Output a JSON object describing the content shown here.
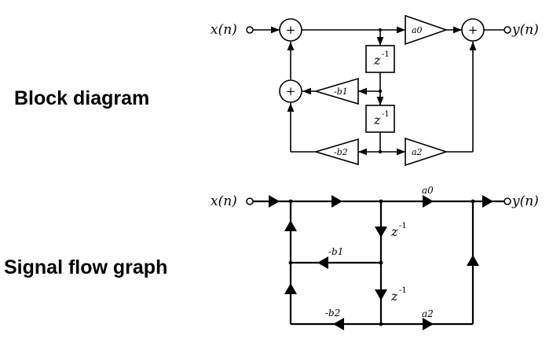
{
  "labels": {
    "block_diagram": "Block diagram",
    "signal_flow_graph": "Signal flow graph"
  },
  "signals": {
    "input": "x(n)",
    "output": "y(n)"
  },
  "adder_symbol": "+",
  "delay": {
    "base": "z",
    "exp": "-1"
  },
  "coefficients": {
    "a0": "a0",
    "a2": "a2",
    "neg_b1": "-b1",
    "neg_b2": "-b2"
  }
}
